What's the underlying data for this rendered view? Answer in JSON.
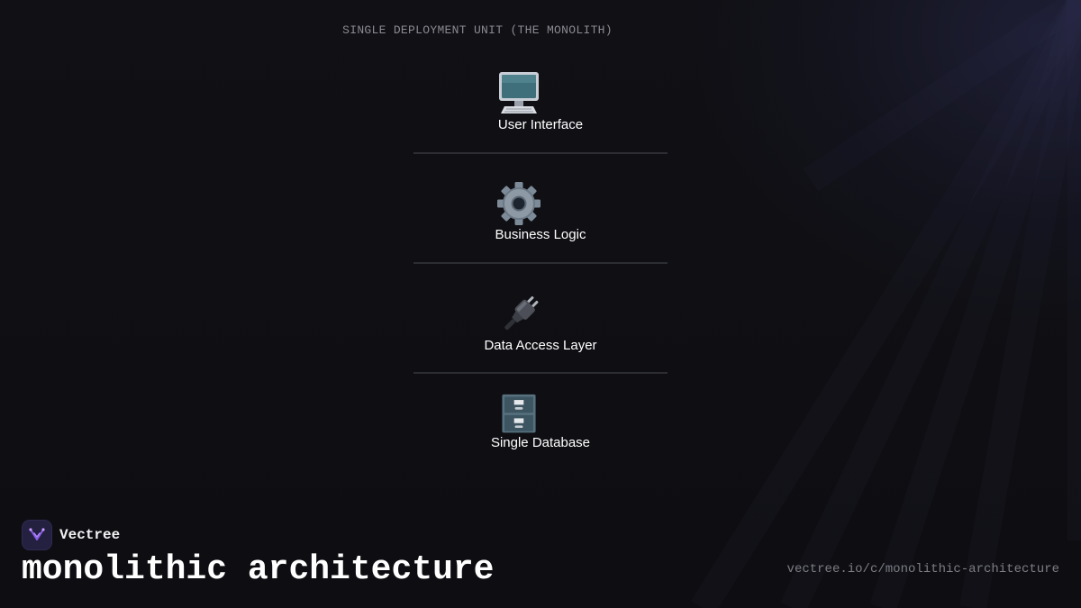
{
  "diagram": {
    "caption": "SINGLE DEPLOYMENT UNIT (THE MONOLITH)",
    "layers": [
      {
        "label": "User Interface",
        "icon": "desktop-computer-icon"
      },
      {
        "label": "Business Logic",
        "icon": "gear-icon"
      },
      {
        "label": "Data Access Layer",
        "icon": "electric-plug-icon"
      },
      {
        "label": "Single Database",
        "icon": "file-cabinet-icon"
      }
    ]
  },
  "brand": {
    "name": "Vectree",
    "logo_icon": "vectree-logo-icon",
    "accent_color": "#7b4fe0"
  },
  "footer": {
    "title": "monolithic architecture",
    "url": "vectree.io/c/monolithic-architecture"
  }
}
